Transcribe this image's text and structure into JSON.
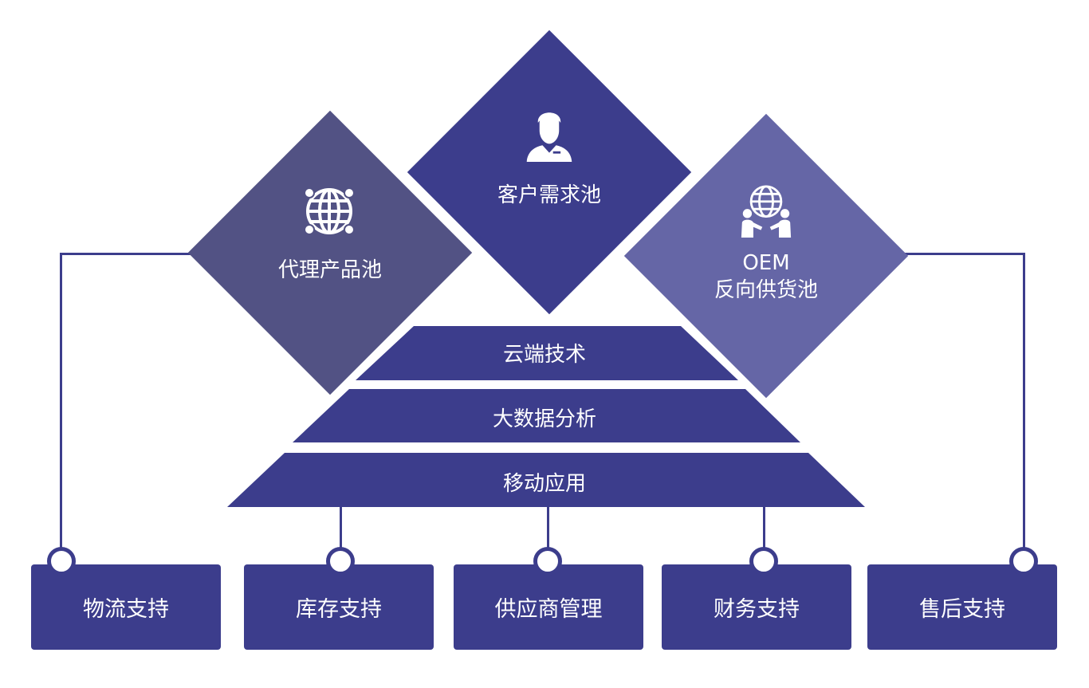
{
  "diamonds": {
    "left": {
      "label": "代理产品池",
      "color": "#525284",
      "icon": "globe-network-icon"
    },
    "center": {
      "label": "客户需求池",
      "color": "#3c3d8c",
      "icon": "user-icon"
    },
    "right": {
      "label_line1": "OEM",
      "label_line2": "反向供货池",
      "color": "#6566a6",
      "icon": "globe-handshake-icon"
    }
  },
  "pyramid": {
    "layers": [
      "云端技术",
      "大数据分析",
      "移动应用"
    ],
    "color": "#3c3d8c"
  },
  "boxes": [
    "物流支持",
    "库存支持",
    "供应商管理",
    "财务支持",
    "售后支持"
  ],
  "colors": {
    "line": "#3c3d8c",
    "box": "#3c3d8c"
  }
}
